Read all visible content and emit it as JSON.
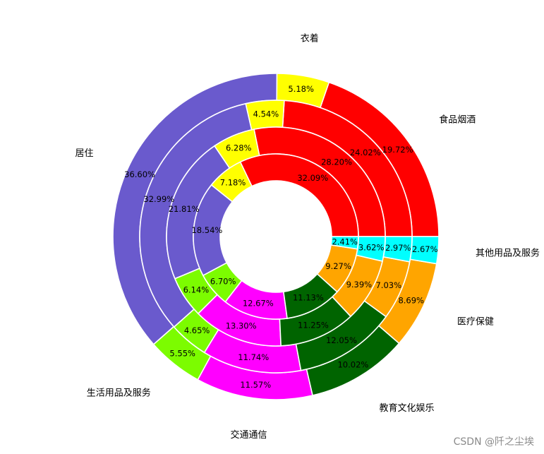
{
  "chart_data": {
    "type": "pie",
    "subtype": "nested-donut",
    "rings_outer_to_inner": 4,
    "categories": [
      "食品烟酒",
      "衣着",
      "居住",
      "生活用品及服务",
      "交通通信",
      "教育文化娱乐",
      "医疗保健",
      "其他用品及服务"
    ],
    "colors": [
      "#ff0000",
      "#ffff00",
      "#6a5acd",
      "#7cfc00",
      "#ff00ff",
      "#006400",
      "#ffa500",
      "#00ffff"
    ],
    "series": [
      {
        "values": [
          19.72,
          5.18,
          36.6,
          5.55,
          11.57,
          10.02,
          8.69,
          2.67
        ]
      },
      {
        "values": [
          24.02,
          4.54,
          32.99,
          4.65,
          11.74,
          12.05,
          7.03,
          2.97
        ]
      },
      {
        "values": [
          28.2,
          6.28,
          21.81,
          6.14,
          13.3,
          11.25,
          9.39,
          3.62
        ]
      },
      {
        "values": [
          32.09,
          7.18,
          18.54,
          6.7,
          12.67,
          11.13,
          9.27,
          2.41
        ]
      }
    ],
    "start_angle": "3 o'clock",
    "direction": "counterclockwise",
    "edge_color": "#ffffff"
  },
  "watermark": "CSDN @阡之尘埃"
}
